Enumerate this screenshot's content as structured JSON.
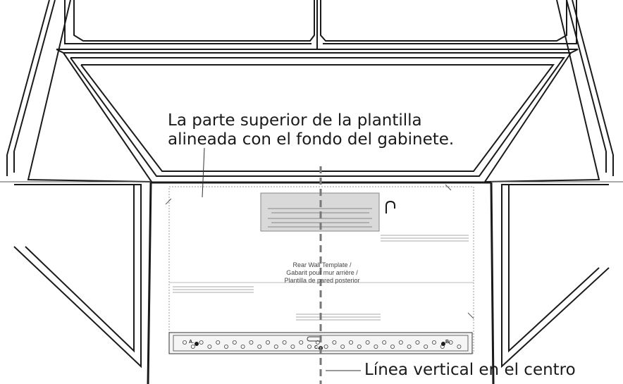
{
  "callouts": {
    "top_alignment": [
      "La parte superior de la plantilla",
      "alineada con el fondo del gabinete."
    ],
    "center_line": "Línea vertical en el centro"
  },
  "template": {
    "title_lines": [
      "Rear Wall Template /",
      "Gabarit pour mur arrière /",
      "Plantilla de pared posterior"
    ]
  },
  "hole_labels": {
    "a": "A.",
    "b": "B.",
    "c": "C."
  },
  "colors": {
    "ink": "#1a1a1a",
    "line_gray": "#777777",
    "panel_fill": "#d9d9d9"
  }
}
